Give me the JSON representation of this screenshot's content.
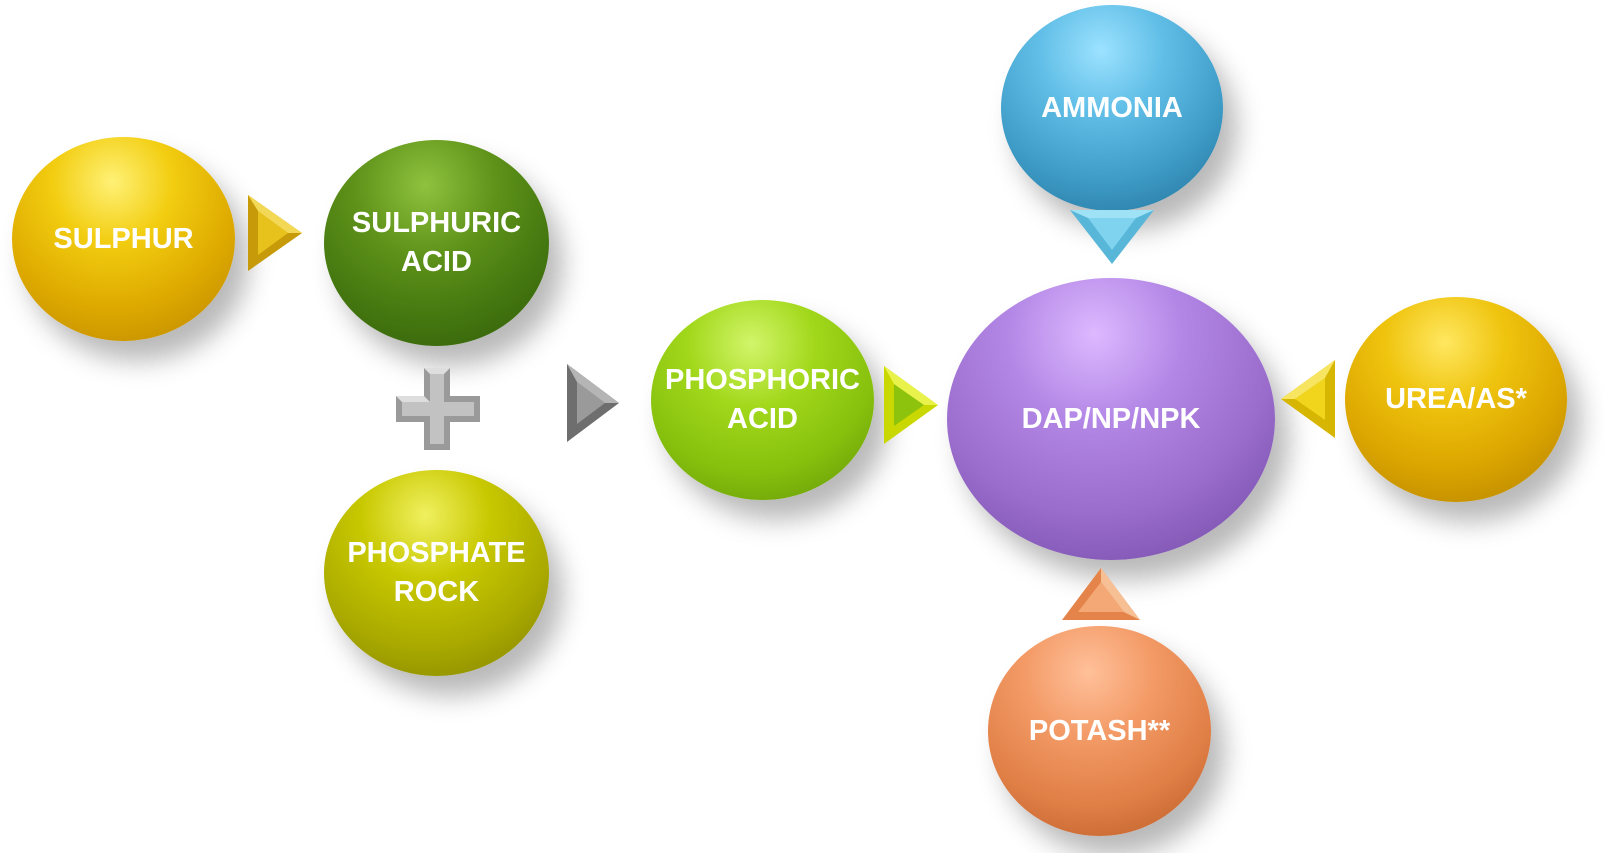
{
  "nodes": {
    "sulphur": {
      "label": "SULPHUR",
      "color": "#e3b200"
    },
    "sulphuric_acid": {
      "line1": "SULPHURIC",
      "line2": "ACID",
      "color": "#5a8a16"
    },
    "phosphate_rock": {
      "line1": "PHOSPHATE",
      "line2": "ROCK",
      "color": "#b8b800"
    },
    "phosphoric_acid": {
      "line1": "PHOSPHORIC",
      "line2": "ACID",
      "color": "#8fca10"
    },
    "dap": {
      "label": "DAP/NP/NPK",
      "color": "#a877d8"
    },
    "ammonia": {
      "label": "AMMONIA",
      "color": "#47a5cf"
    },
    "urea": {
      "label": "UREA/AS*",
      "color": "#e3b200"
    },
    "potash": {
      "label": "POTASH**",
      "color": "#ea8a52"
    }
  }
}
